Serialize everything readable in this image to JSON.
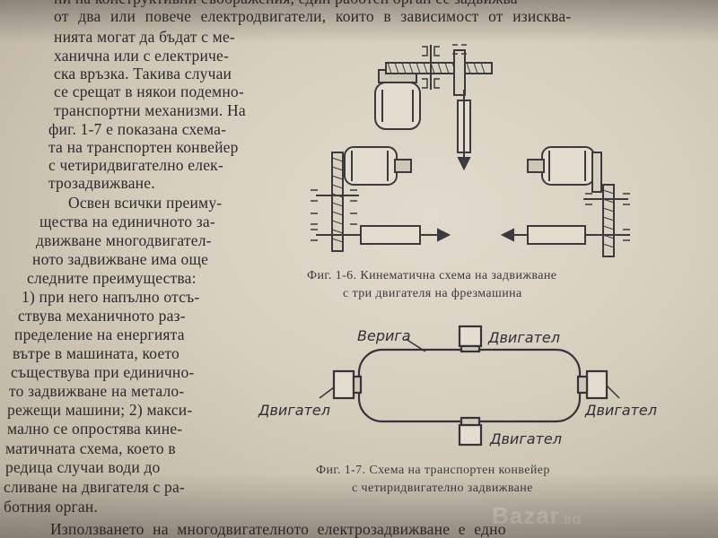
{
  "body_text": {
    "lines": [
      "ни на конструктивни съображения, един работен орган се задвижва",
      "от два или повече електродвигатели, които в зависимост от изисква-",
      "нията могат да бъдат с ме-",
      "ханична или с електриче-",
      "ска връзка. Такива случаи",
      "се срещат в някои подемно-",
      "транспортни механизми. На",
      "фиг. 1-7 е показана схема-",
      "та на транспортен конвейер",
      "с четиридвигателно елек-",
      "трозадвижване.",
      "Освен всички преиму-",
      "щества на единичното за-",
      "движване многодвигател-",
      "ното задвижване има още",
      "следните преимущества:",
      "1) при него напълно отсъ-",
      "ствува механичното раз-",
      "пределение на енергията",
      "вътре в машината, което",
      "съществува при единично-",
      "то задвижване на метало-",
      "режещи машини; 2) макси-",
      "мално се опростява кине-",
      "матичната схема, което в",
      "редица случаи води до",
      "сливане на двигателя с ра-",
      "ботния орган.",
      "Използването на многодвигателното електрозадвижване е едно"
    ]
  },
  "figure_1_6": {
    "caption_line1": "Фиг. 1-6. Кинематична схема на задвижване",
    "caption_line2": "с три двигателя на фрезмашина"
  },
  "figure_1_7": {
    "labels": {
      "chain": "Верига",
      "motor_top": "Двигател",
      "motor_left": "Двигател",
      "motor_right": "Двигател",
      "motor_bottom": "Двигател"
    },
    "caption_line1": "Фиг. 1-7. Схема на транспортен конвейер",
    "caption_line2": "с четиридвигателно задвижване"
  },
  "watermark": {
    "text": "Bazar",
    "suffix": ".BG"
  }
}
